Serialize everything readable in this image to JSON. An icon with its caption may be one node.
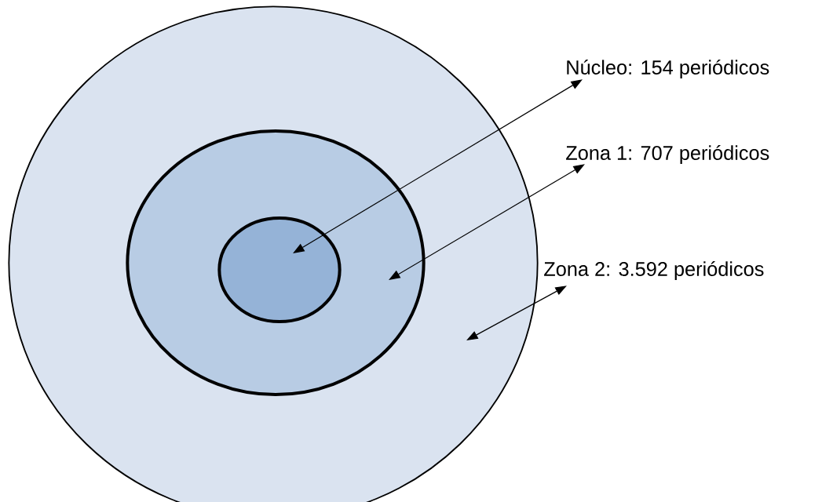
{
  "diagram": {
    "nodes": [
      {
        "text": [],
        "shape": "ellipse"
      },
      {
        "text": [],
        "shape": "ellipse",
        "in": 0
      },
      {
        "text": [],
        "shape": "ellipse",
        "in": 1
      },
      {
        "text": [
          "Núcleo: 154 periódicos"
        ]
      },
      {
        "text": [
          "Zona 1: 707 periódicos"
        ]
      },
      {
        "text": [
          "Zona 2: 3.592 periódicos"
        ]
      }
    ],
    "edges": [
      {
        "from": 3,
        "to": 2,
        "arrow": "both"
      },
      {
        "from": 4,
        "to": 1,
        "arrow": "both"
      },
      {
        "from": 5,
        "to": 0,
        "arrow": "both"
      }
    ]
  }
}
